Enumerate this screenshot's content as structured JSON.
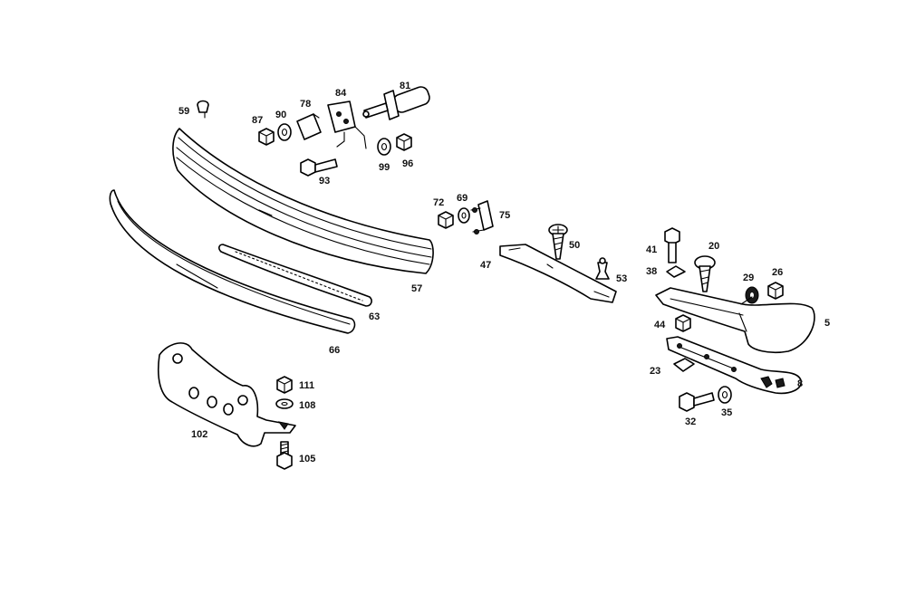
{
  "labels": {
    "p5": "5",
    "p8": "8",
    "p20": "20",
    "p23": "23",
    "p26": "26",
    "p29": "29",
    "p32": "32",
    "p35": "35",
    "p38": "38",
    "p41": "41",
    "p44": "44",
    "p47": "47",
    "p50": "50",
    "p53": "53",
    "p57": "57",
    "p59": "59",
    "p63": "63",
    "p66": "66",
    "p69": "69",
    "p72": "72",
    "p75": "75",
    "p78": "78",
    "p81": "81",
    "p84": "84",
    "p87": "87",
    "p90": "90",
    "p93": "93",
    "p96": "96",
    "p99": "99",
    "p102": "102",
    "p105": "105",
    "p108": "108",
    "p111": "111"
  }
}
